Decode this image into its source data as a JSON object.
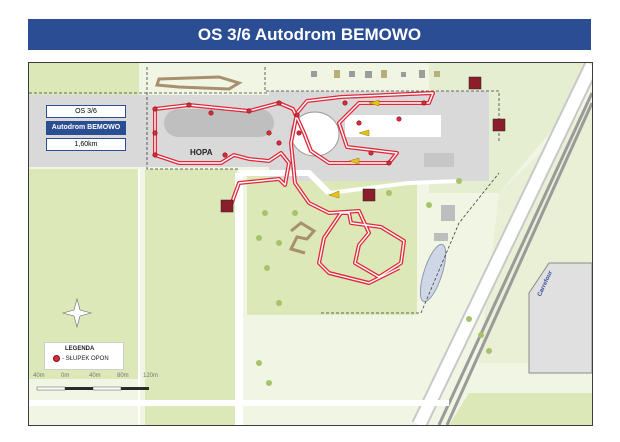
{
  "title": "OS 3/6 Autodrom BEMOWO",
  "info_box": {
    "stage": "OS 3/6",
    "name": "Autodrom BEMOWO",
    "length": "1,60km"
  },
  "labels": {
    "hopa": "HOPA"
  },
  "legend": {
    "title": "LEGENDA",
    "item": "- SŁUPEK OPON"
  },
  "scale_bar": [
    "40m",
    "0m",
    "40m",
    "80m",
    "120m"
  ],
  "store_sign": "Carrefour",
  "colors": {
    "title_bar": "#2b4d94",
    "grass": "#dce8b8",
    "route": "#e0283b",
    "road": "#ffffff",
    "asphalt": "#d9d9d9",
    "water": "#d9e6f0"
  }
}
